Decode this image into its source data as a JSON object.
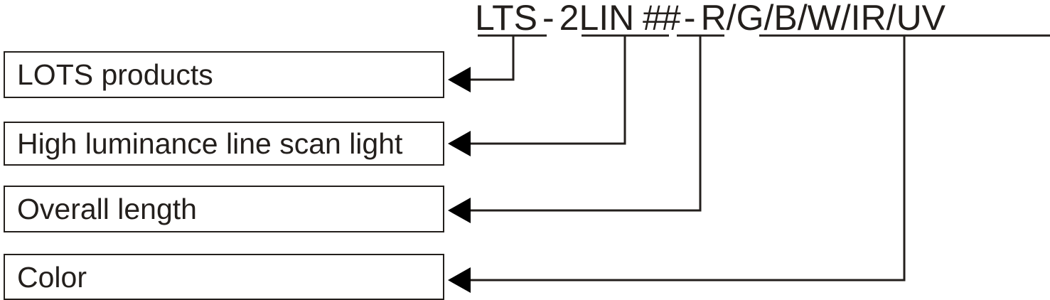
{
  "diagram": {
    "type": "model-number-breakdown",
    "title_code": "LTS - 2LIN ## - R/G/B/W/IR/UV",
    "line_color": "#231f1c",
    "background": "#ffffff",
    "code_segments": [
      {
        "key": "series",
        "text": "LTS"
      },
      {
        "key": "sep1",
        "text": "-"
      },
      {
        "key": "type",
        "text": "2LIN"
      },
      {
        "key": "length",
        "text": "##"
      },
      {
        "key": "sep2",
        "text": "-"
      },
      {
        "key": "color",
        "text": "R/G/B/W/IR/UV"
      }
    ],
    "callouts": [
      {
        "key": "series",
        "label": "LOTS products"
      },
      {
        "key": "type",
        "label": "High luminance line scan light"
      },
      {
        "key": "length",
        "label": "Overall length"
      },
      {
        "key": "color",
        "label": "Color"
      }
    ]
  }
}
